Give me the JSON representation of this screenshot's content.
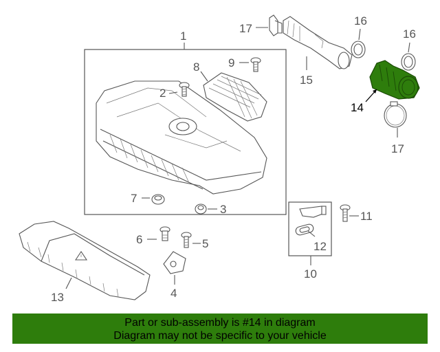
{
  "callouts": {
    "c1": "1",
    "c2": "2",
    "c3": "3",
    "c4": "4",
    "c5": "5",
    "c6": "6",
    "c7": "7",
    "c8": "8",
    "c9": "9",
    "c10": "10",
    "c11": "11",
    "c12": "12",
    "c13": "13",
    "c14": "14",
    "c15": "15",
    "c16a": "16",
    "c16b": "16",
    "c17a": "17",
    "c17b": "17"
  },
  "highlight_color": "#2e7d0c",
  "banner": {
    "line1": "Part or sub-assembly is #14 in diagram",
    "line2": "Diagram may not be specific to your vehicle",
    "background": "#2e7d0c"
  }
}
